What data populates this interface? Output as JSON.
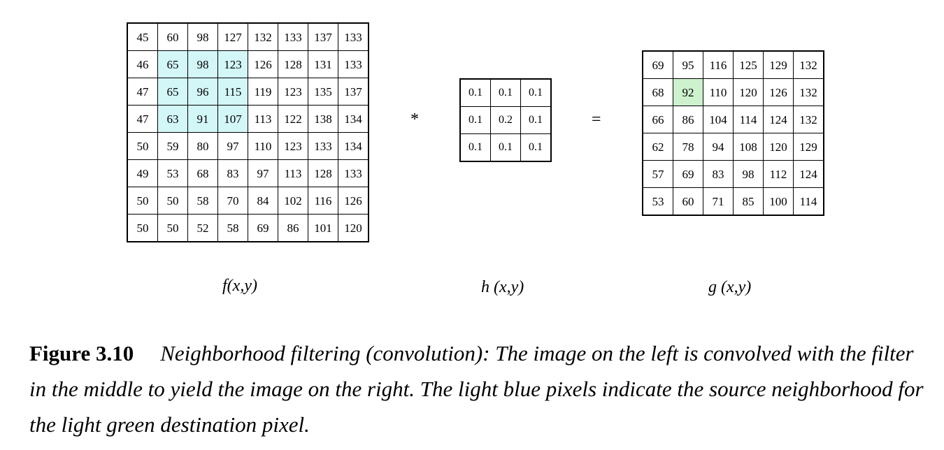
{
  "colors": {
    "source_neighborhood": "#d3f6f7",
    "destination_pixel": "#cdf2cd"
  },
  "image_f": {
    "label": "f(x,y)",
    "rows": [
      [
        "45",
        "60",
        "98",
        "127",
        "132",
        "133",
        "137",
        "133"
      ],
      [
        "46",
        "65",
        "98",
        "123",
        "126",
        "128",
        "131",
        "133"
      ],
      [
        "47",
        "65",
        "96",
        "115",
        "119",
        "123",
        "135",
        "137"
      ],
      [
        "47",
        "63",
        "91",
        "107",
        "113",
        "122",
        "138",
        "134"
      ],
      [
        "50",
        "59",
        "80",
        "97",
        "110",
        "123",
        "133",
        "134"
      ],
      [
        "49",
        "53",
        "68",
        "83",
        "97",
        "113",
        "128",
        "133"
      ],
      [
        "50",
        "50",
        "58",
        "70",
        "84",
        "102",
        "116",
        "126"
      ],
      [
        "50",
        "50",
        "52",
        "58",
        "69",
        "86",
        "101",
        "120"
      ]
    ],
    "highlight_rows": [
      1,
      3
    ],
    "highlight_cols": [
      1,
      3
    ]
  },
  "operator_convolve": "*",
  "filter_h": {
    "label": "h (x,y)",
    "rows": [
      [
        "0.1",
        "0.1",
        "0.1"
      ],
      [
        "0.1",
        "0.2",
        "0.1"
      ],
      [
        "0.1",
        "0.1",
        "0.1"
      ]
    ]
  },
  "operator_equals": "=",
  "image_g": {
    "label": "g (x,y)",
    "rows": [
      [
        "69",
        "95",
        "116",
        "125",
        "129",
        "132"
      ],
      [
        "68",
        "92",
        "110",
        "120",
        "126",
        "132"
      ],
      [
        "66",
        "86",
        "104",
        "114",
        "124",
        "132"
      ],
      [
        "62",
        "78",
        "94",
        "108",
        "120",
        "129"
      ],
      [
        "57",
        "69",
        "83",
        "98",
        "112",
        "124"
      ],
      [
        "53",
        "60",
        "71",
        "85",
        "100",
        "114"
      ]
    ],
    "highlight_cell": [
      1,
      1
    ]
  },
  "caption": {
    "number": "Figure 3.10",
    "text": "Neighborhood filtering (convolution): The image on the left is convolved with the filter in the middle to yield the image on the right. The light blue pixels indicate the source neighborhood for the light green destination pixel."
  }
}
